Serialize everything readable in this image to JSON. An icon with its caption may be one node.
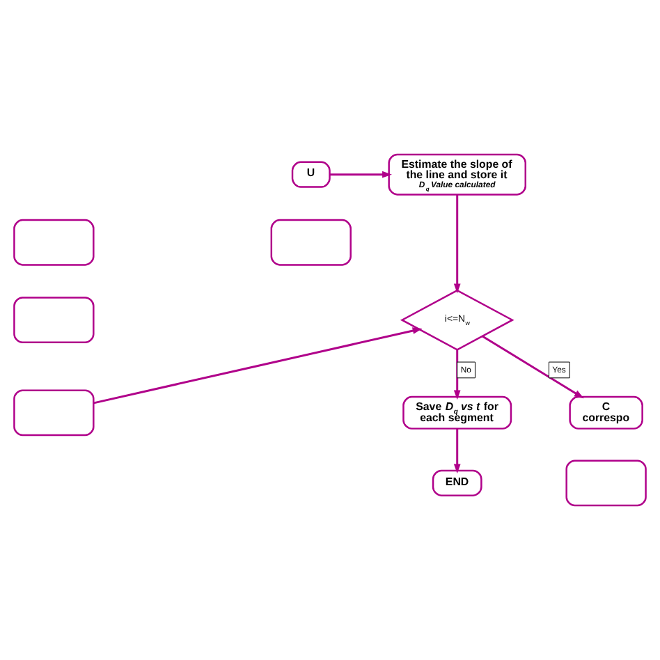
{
  "diagram": {
    "nodes": [
      {
        "text": [
          "Estimate the slope of the line and store it",
          "D$_{q}$ Value calculated"
        ]
      },
      {
        "text": [
          "U"
        ]
      },
      {
        "text": [],
        "shape": "box"
      },
      {
        "text": [],
        "shape": "box"
      },
      {
        "text": [
          "i<=N$_{w}$"
        ]
      },
      {
        "text": [],
        "shape": "box"
      },
      {
        "text": [],
        "shape": "box"
      },
      {
        "text": [
          "Save *D$_{q}$ vs t* for each segment"
        ]
      },
      {
        "text": [
          "C correspo"
        ]
      },
      {
        "text": [
          "END"
        ]
      },
      {
        "text": [],
        "shape": "box"
      }
    ],
    "edges": [
      {
        "from": 1,
        "to": 0,
        "arrow": "to"
      },
      {
        "from": 0,
        "to": 4,
        "arrow": "to"
      },
      {
        "from": 6,
        "to": 4,
        "arrow": "to"
      },
      {
        "from": 4,
        "to": 7,
        "arrow": "to",
        "label": "No"
      },
      {
        "from": 4,
        "to": 8,
        "arrow": "to",
        "label": "Yes"
      },
      {
        "from": 7,
        "to": 9,
        "arrow": "to"
      }
    ]
  }
}
